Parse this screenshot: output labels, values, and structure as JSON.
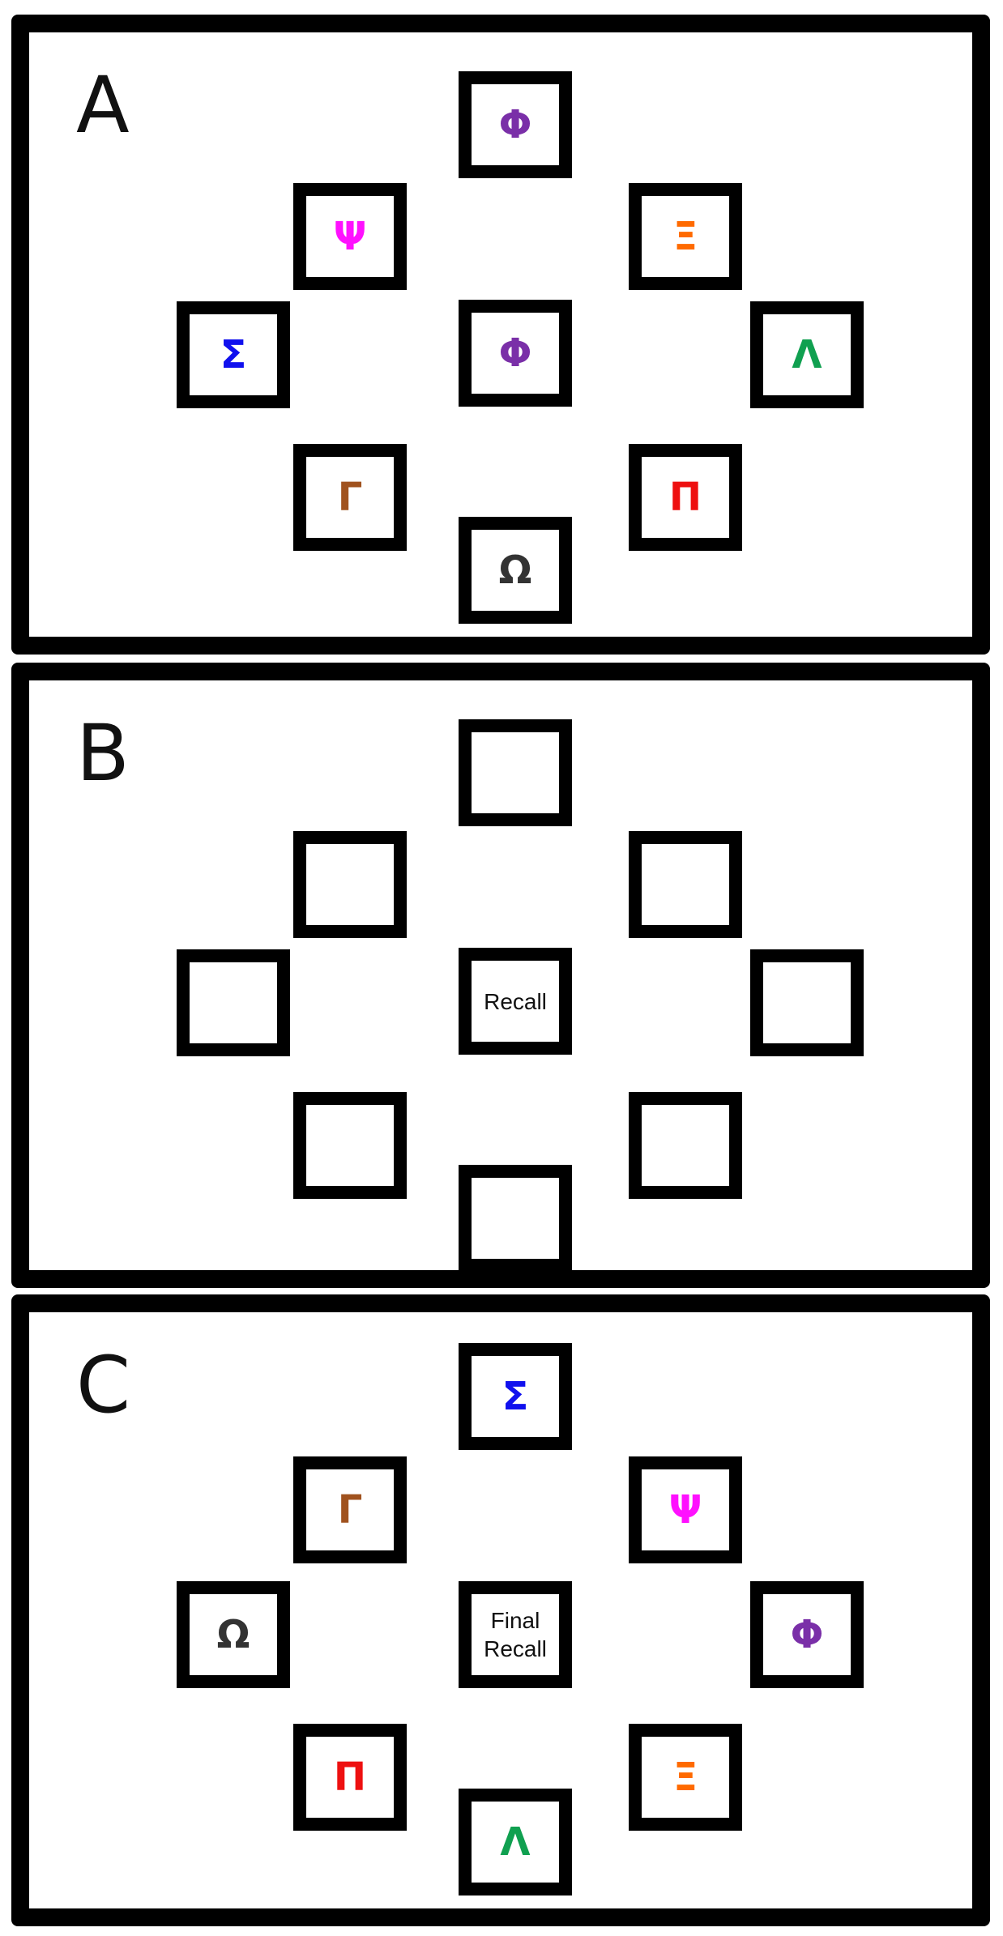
{
  "panels": [
    {
      "label": "A",
      "cells": {
        "top": {
          "text": "Φ",
          "color": "#7a2fa8"
        },
        "ul": {
          "text": "Ψ",
          "color": "#ff10ff"
        },
        "ur": {
          "text": "Ξ",
          "color": "#ff6a00"
        },
        "l": {
          "text": "Σ",
          "color": "#1010ee"
        },
        "c": {
          "text": "Φ",
          "color": "#7a2fa8"
        },
        "r": {
          "text": "Λ",
          "color": "#10a050"
        },
        "ll": {
          "text": "Γ",
          "color": "#a0521e"
        },
        "lr": {
          "text": "Π",
          "color": "#ee1010"
        },
        "bot": {
          "text": "Ω",
          "color": "#333333"
        }
      }
    },
    {
      "label": "B",
      "center_cue": "Recall"
    },
    {
      "label": "C",
      "center_cue_line1": "Final",
      "center_cue_line2": "Recall",
      "cells": {
        "top": {
          "text": "Σ",
          "color": "#1010ee"
        },
        "ul": {
          "text": "Γ",
          "color": "#a0521e"
        },
        "ur": {
          "text": "Ψ",
          "color": "#ff10ff"
        },
        "l": {
          "text": "Ω",
          "color": "#333333"
        },
        "r": {
          "text": "Φ",
          "color": "#7a2fa8"
        },
        "ll": {
          "text": "Π",
          "color": "#ee1010"
        },
        "lr": {
          "text": "Ξ",
          "color": "#ff6a00"
        },
        "bot": {
          "text": "Λ",
          "color": "#10a050"
        }
      }
    }
  ]
}
